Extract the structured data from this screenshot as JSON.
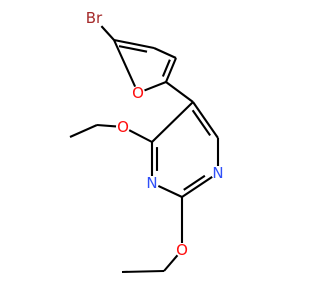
{
  "molecule": {
    "atoms": {
      "br": {
        "symbol": "Br",
        "color": "#a52a2a"
      },
      "o_furan": {
        "symbol": "O",
        "color": "#ff0d0d"
      },
      "o_4": {
        "symbol": "O",
        "color": "#ff0d0d"
      },
      "o_2": {
        "symbol": "O",
        "color": "#ff0d0d"
      },
      "n_3": {
        "symbol": "N",
        "color": "#3050f8"
      },
      "n_1": {
        "symbol": "N",
        "color": "#3050f8"
      }
    },
    "bond_color": "#000000"
  }
}
